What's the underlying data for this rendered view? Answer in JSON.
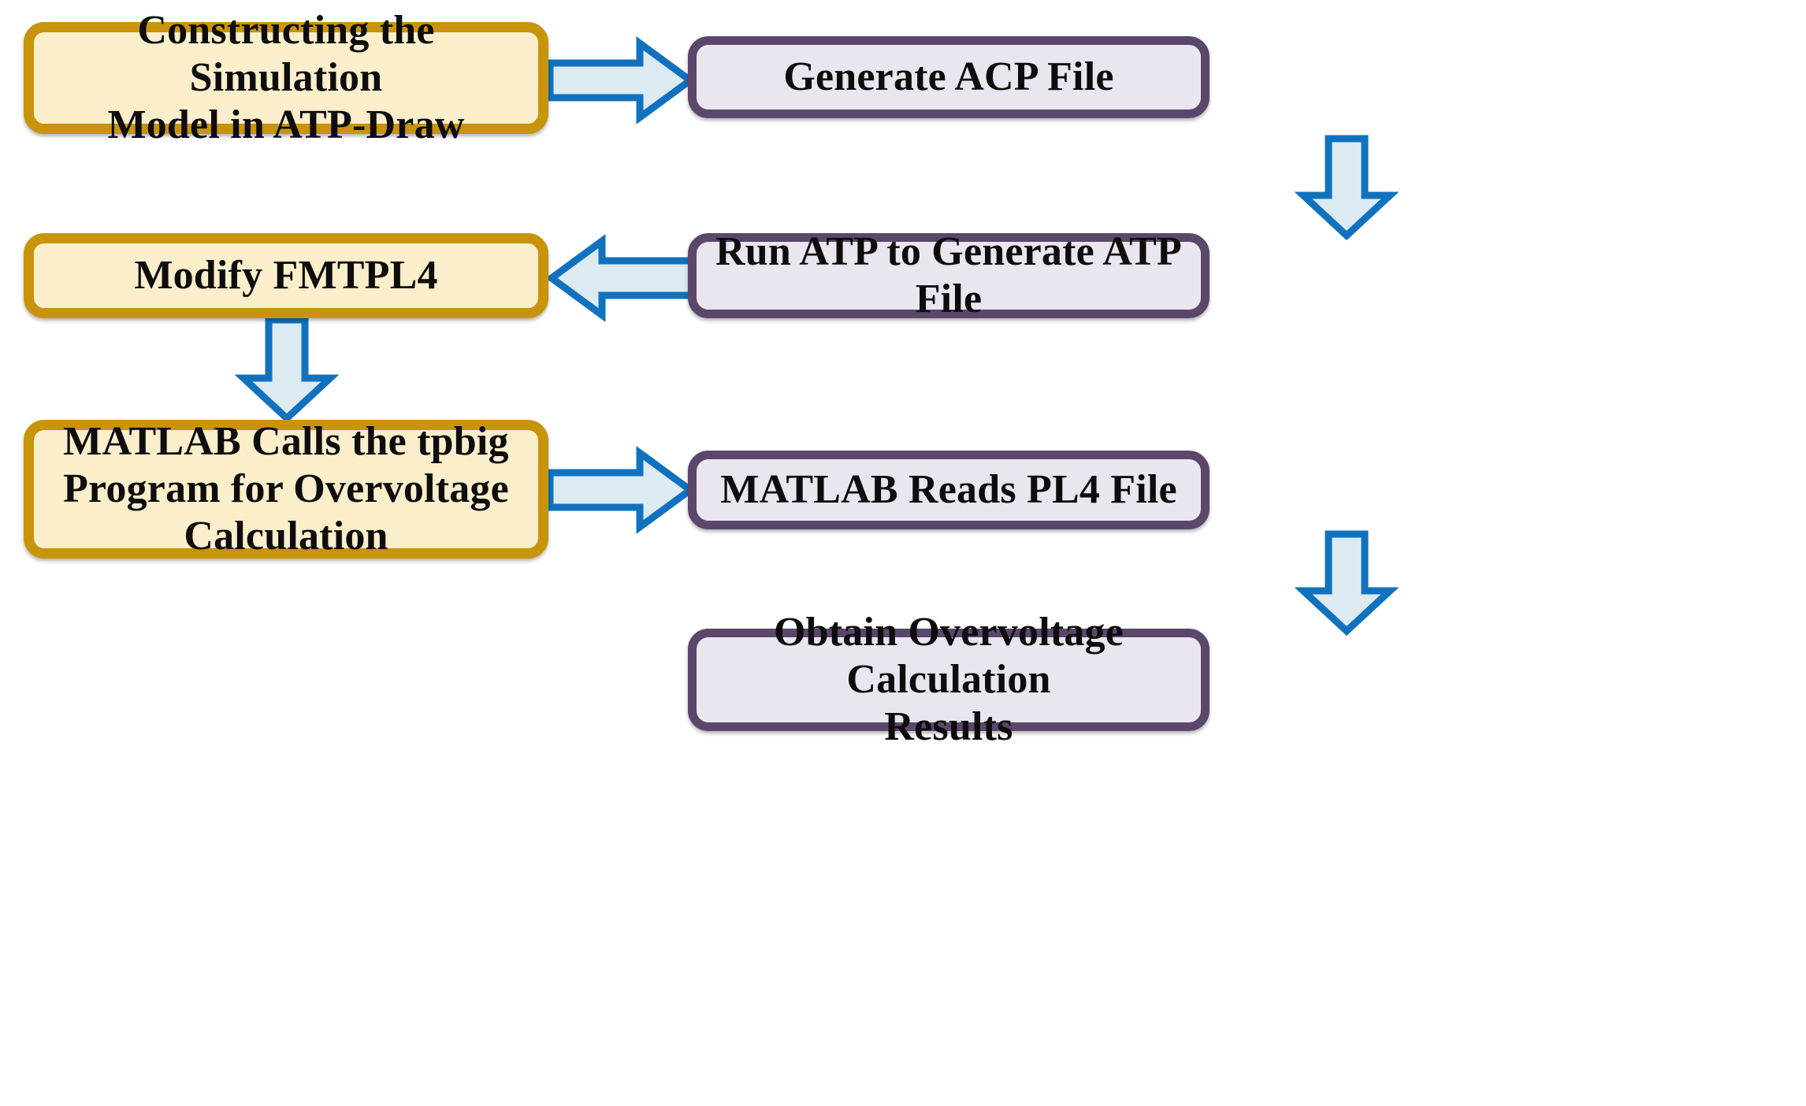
{
  "diagram": {
    "title": "ATP-Draw / MATLAB Overvoltage Simulation Workflow",
    "colors": {
      "gold_border": "#c8940c",
      "gold_fill": "#fbeecb",
      "purple_border": "#5b476b",
      "purple_fill": "#eae6ef",
      "arrow_stroke": "#1072be",
      "arrow_fill": "#dceaf2",
      "text": "#0d0d0d",
      "background": "#ffffff"
    },
    "nodes": [
      {
        "id": "construct-model",
        "style": "gold",
        "lines": [
          "Constructing the Simulation",
          "Model in ATP-Draw"
        ],
        "text": "Constructing the Simulation Model in ATP-Draw"
      },
      {
        "id": "generate-acp",
        "style": "purple",
        "lines": [
          "Generate ACP File"
        ],
        "text": "Generate ACP File"
      },
      {
        "id": "modify-fmtpl4",
        "style": "gold",
        "lines": [
          "Modify FMTPL4"
        ],
        "text": "Modify FMTPL4"
      },
      {
        "id": "run-atp",
        "style": "purple",
        "lines": [
          "Run ATP to Generate ATP File"
        ],
        "text": "Run ATP to Generate ATP File"
      },
      {
        "id": "matlab-tpbig",
        "style": "gold",
        "lines": [
          "MATLAB Calls the tpbig",
          "Program for Overvoltage",
          "Calculation"
        ],
        "text": "MATLAB Calls the tpbig Program for Overvoltage Calculation"
      },
      {
        "id": "matlab-read-pl4",
        "style": "purple",
        "lines": [
          "MATLAB Reads PL4 File"
        ],
        "text": "MATLAB Reads PL4 File"
      },
      {
        "id": "obtain-results",
        "style": "purple",
        "lines": [
          "Obtain Overvoltage Calculation",
          "Results"
        ],
        "text": "Obtain Overvoltage Calculation Results"
      }
    ],
    "arrows": [
      {
        "id": "construct-to-acp",
        "direction": "right",
        "from": "construct-model",
        "to": "generate-acp"
      },
      {
        "id": "acp-to-runatp",
        "direction": "down",
        "from": "generate-acp",
        "to": "run-atp"
      },
      {
        "id": "runatp-to-modify",
        "direction": "left",
        "from": "run-atp",
        "to": "modify-fmtpl4"
      },
      {
        "id": "modify-to-matlab",
        "direction": "down",
        "from": "modify-fmtpl4",
        "to": "matlab-tpbig"
      },
      {
        "id": "matlab-to-readpl4",
        "direction": "right",
        "from": "matlab-tpbig",
        "to": "matlab-read-pl4"
      },
      {
        "id": "readpl4-to-results",
        "direction": "down",
        "from": "matlab-read-pl4",
        "to": "obtain-results"
      }
    ]
  }
}
